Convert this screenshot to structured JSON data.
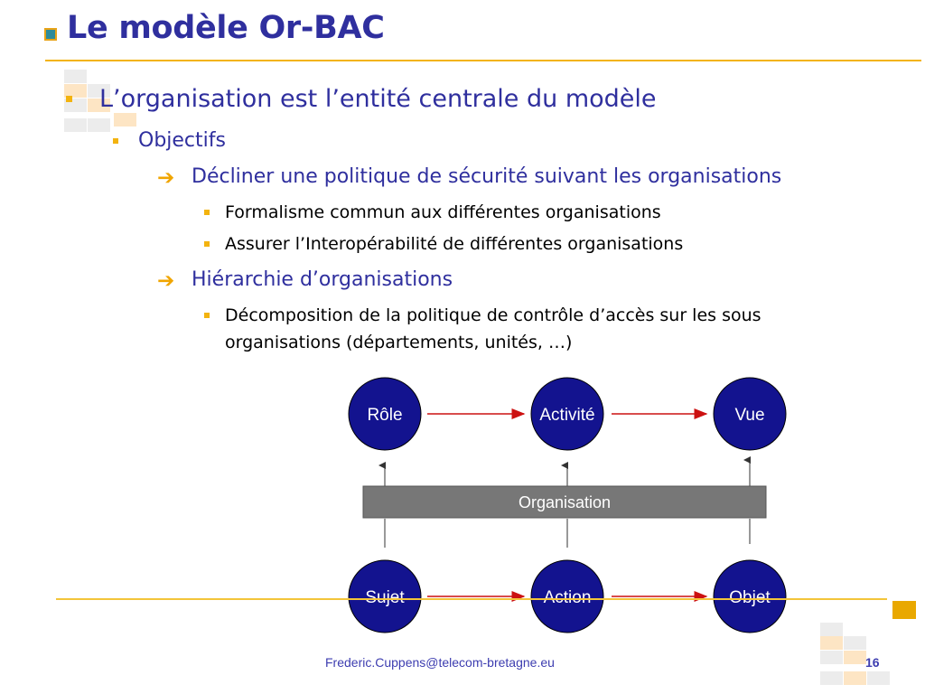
{
  "slide": {
    "title": "Le modèle Or-BAC",
    "bullets": {
      "l1": "L’organisation est l’entité centrale du modèle",
      "l2": "Objectifs",
      "l3": "Décliner une politique de sécurité suivant les organisations",
      "l4": "Formalisme commun aux différentes organisations",
      "l5": "Assurer l’Interopérabilité de différentes organisations",
      "l6": "Hiérarchie d’organisations",
      "l7a": "Décomposition de la politique de contrôle d’accès sur les sous",
      "l7b": "organisations (départements, unités, …)"
    },
    "arrow_glyph": "➔"
  },
  "diagram": {
    "top_nodes": [
      "Rôle",
      "Activité",
      "Vue"
    ],
    "bottom_nodes": [
      "Sujet",
      "Action",
      "Objet"
    ],
    "organisation_label": "Organisation",
    "colors": {
      "node_fill": "#13138f",
      "arrow": "#cc1111",
      "org_bar": "#777777"
    }
  },
  "footer": {
    "email": "Frederic.Cuppens@telecom-bretagne.eu",
    "page_number": "16"
  },
  "colors": {
    "title": "#2f2f9e",
    "accent": "#f3b30f"
  }
}
